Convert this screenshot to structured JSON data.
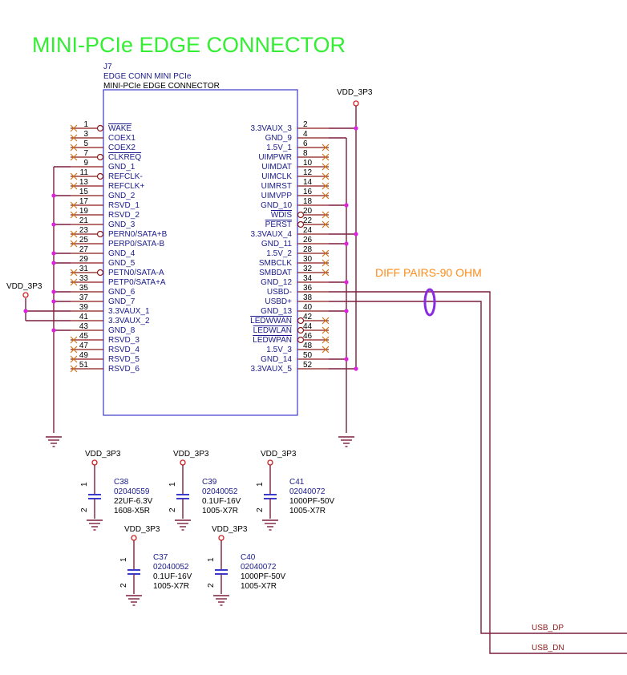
{
  "title": "MINI-PCIe EDGE CONNECTOR",
  "part": {
    "ref": "J7",
    "value": "EDGE CONN MINI PCIe",
    "description": "MINI-PCIe EDGE CONNECTOR"
  },
  "left_pins": [
    {
      "num": "1",
      "name": "WAKE",
      "overbar": true,
      "bubble": true,
      "conn": "nc"
    },
    {
      "num": "3",
      "name": "COEX1",
      "conn": "nc"
    },
    {
      "num": "5",
      "name": "COEX2",
      "conn": "nc"
    },
    {
      "num": "7",
      "name": "CLKREQ",
      "overbar": true,
      "bubble": true,
      "conn": "nc"
    },
    {
      "num": "9",
      "name": "GND_1",
      "conn": "gnd"
    },
    {
      "num": "11",
      "name": "REFCLK-",
      "bubble": true,
      "conn": "nc"
    },
    {
      "num": "13",
      "name": "REFCLK+",
      "conn": "nc"
    },
    {
      "num": "15",
      "name": "GND_2",
      "conn": "gnd"
    },
    {
      "num": "17",
      "name": "RSVD_1",
      "conn": "nc"
    },
    {
      "num": "19",
      "name": "RSVD_2",
      "conn": "nc"
    },
    {
      "num": "21",
      "name": "GND_3",
      "conn": "gnd"
    },
    {
      "num": "23",
      "name": "PERN0/SATA+B",
      "bubble": true,
      "conn": "nc"
    },
    {
      "num": "25",
      "name": "PERP0/SATA-B",
      "conn": "nc"
    },
    {
      "num": "27",
      "name": "GND_4",
      "conn": "gnd"
    },
    {
      "num": "29",
      "name": "GND_5",
      "conn": "gnd"
    },
    {
      "num": "31",
      "name": "PETN0/SATA-A",
      "bubble": true,
      "conn": "nc"
    },
    {
      "num": "33",
      "name": "PETP0/SATA+A",
      "conn": "nc"
    },
    {
      "num": "35",
      "name": "GND_6",
      "conn": "gnd"
    },
    {
      "num": "37",
      "name": "GND_7",
      "conn": "gnd"
    },
    {
      "num": "39",
      "name": "3.3VAUX_1",
      "conn": "vdd"
    },
    {
      "num": "41",
      "name": "3.3VAUX_2",
      "conn": "vdd"
    },
    {
      "num": "43",
      "name": "GND_8",
      "conn": "gnd"
    },
    {
      "num": "45",
      "name": "RSVD_3",
      "conn": "nc"
    },
    {
      "num": "47",
      "name": "RSVD_4",
      "conn": "nc"
    },
    {
      "num": "49",
      "name": "RSVD_5",
      "conn": "nc"
    },
    {
      "num": "51",
      "name": "RSVD_6",
      "conn": "nc"
    }
  ],
  "right_pins": [
    {
      "num": "2",
      "name": "3.3VAUX_3",
      "conn": "vdd"
    },
    {
      "num": "4",
      "name": "GND_9",
      "conn": "gnd"
    },
    {
      "num": "6",
      "name": "1.5V_1",
      "conn": "nc"
    },
    {
      "num": "8",
      "name": "UIMPWR",
      "conn": "nc"
    },
    {
      "num": "10",
      "name": "UIMDAT",
      "conn": "nc"
    },
    {
      "num": "12",
      "name": "UIMCLK",
      "conn": "nc"
    },
    {
      "num": "14",
      "name": "UIMRST",
      "conn": "nc"
    },
    {
      "num": "16",
      "name": "UIMVPP",
      "conn": "nc"
    },
    {
      "num": "18",
      "name": "GND_10",
      "conn": "gnd"
    },
    {
      "num": "20",
      "name": "WDIS",
      "overbar": true,
      "bubble": true,
      "conn": "nc"
    },
    {
      "num": "22",
      "name": "PERST",
      "overbar": true,
      "bubble": true,
      "conn": "nc"
    },
    {
      "num": "24",
      "name": "3.3VAUX_4",
      "conn": "vdd"
    },
    {
      "num": "26",
      "name": "GND_11",
      "conn": "gnd"
    },
    {
      "num": "28",
      "name": "1.5V_2",
      "conn": "nc"
    },
    {
      "num": "30",
      "name": "SMBCLK",
      "conn": "nc"
    },
    {
      "num": "32",
      "name": "SMBDAT",
      "conn": "nc"
    },
    {
      "num": "34",
      "name": "GND_12",
      "conn": "gnd"
    },
    {
      "num": "36",
      "name": "USBD-",
      "conn": "usbdn"
    },
    {
      "num": "38",
      "name": "USBD+",
      "conn": "usbdp"
    },
    {
      "num": "40",
      "name": "GND_13",
      "conn": "gnd"
    },
    {
      "num": "42",
      "name": "LEDWWAN",
      "overbar": true,
      "bubble": true,
      "conn": "nc"
    },
    {
      "num": "44",
      "name": "LEDWLAN",
      "overbar": true,
      "bubble": true,
      "conn": "nc"
    },
    {
      "num": "46",
      "name": "LEDWPAN",
      "overbar": true,
      "bubble": true,
      "conn": "nc"
    },
    {
      "num": "48",
      "name": "1.5V_3",
      "conn": "nc"
    },
    {
      "num": "50",
      "name": "GND_14",
      "conn": "gnd"
    },
    {
      "num": "52",
      "name": "3.3VAUX_5",
      "conn": "vdd"
    }
  ],
  "power_labels": {
    "top_right": "VDD_3P3",
    "left": "VDD_3P3"
  },
  "note": "DIFF PAIRS-90 OHM",
  "nets": {
    "usb_dp": "USB_DP",
    "usb_dn": "USB_DN"
  },
  "capacitors": [
    {
      "power": "VDD_3P3",
      "ref": "C38",
      "part": "02040559",
      "value": "22UF-6.3V",
      "package": "1608-X5R",
      "pin_top": "1",
      "pin_bot": "2"
    },
    {
      "power": "VDD_3P3",
      "ref": "C39",
      "part": "02040052",
      "value": "0.1UF-16V",
      "package": "1005-X7R",
      "pin_top": "1",
      "pin_bot": "2"
    },
    {
      "power": "VDD_3P3",
      "ref": "C41",
      "part": "02040072",
      "value": "1000PF-50V",
      "package": "1005-X7R",
      "pin_top": "1",
      "pin_bot": "2"
    },
    {
      "power": "VDD_3P3",
      "ref": "C37",
      "part": "02040052",
      "value": "0.1UF-16V",
      "package": "1005-X7R",
      "pin_top": "1",
      "pin_bot": "2"
    },
    {
      "power": "VDD_3P3",
      "ref": "C40",
      "part": "02040072",
      "value": "1000PF-50V",
      "package": "1005-X7R",
      "pin_top": "1",
      "pin_bot": "2"
    }
  ]
}
